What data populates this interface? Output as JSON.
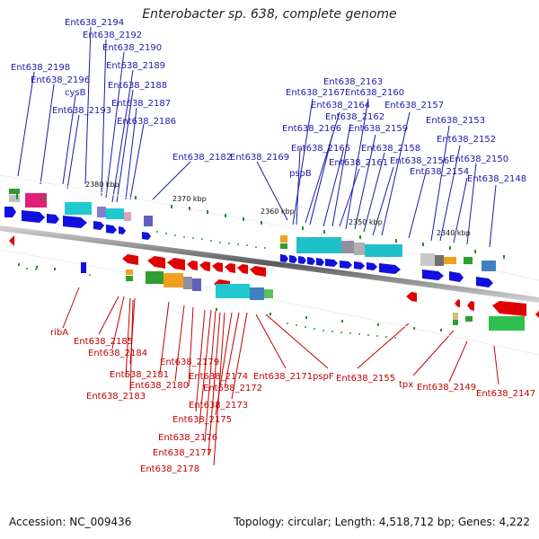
{
  "title": "Enterobacter sp. 638, complete genome",
  "footer": {
    "accession": "Accession: NC_009436",
    "summary": "Topology: circular; Length: 4,518,712 bp; Genes: 4,222"
  },
  "ticks": [
    "2380 kbp",
    "2370 kbp",
    "2360 kbp",
    "2350 kbp",
    "2340 kbp"
  ],
  "forward_labels": [
    "Ent638_2194",
    "Ent638_2192",
    "Ent638_2190",
    "Ent638_2198",
    "Ent638_2189",
    "Ent638_2196",
    "Ent638_2188",
    "cysB",
    "Ent638_2187",
    "Ent638_2193",
    "Ent638_2186",
    "Ent638_2182",
    "Ent638_2169",
    "Ent638_2163",
    "Ent638_2167",
    "Ent638_2160",
    "Ent638_2164",
    "Ent638_2157",
    "Ent638_2162",
    "Ent638_2153",
    "Ent638_2166",
    "Ent638_2159",
    "Ent638_2152",
    "Ent638_2165",
    "Ent638_2158",
    "pspB",
    "Ent638_2161",
    "Ent638_2156",
    "Ent638_2150",
    "Ent638_2154",
    "Ent638_2148"
  ],
  "reverse_labels": [
    "ribA",
    "Ent638_2185",
    "Ent638_2184",
    "Ent638_2181",
    "Ent638_2183",
    "Ent638_2179",
    "Ent638_2180",
    "Ent638_2174",
    "Ent638_2172",
    "Ent638_2173",
    "Ent638_2175",
    "Ent638_2176",
    "Ent638_2177",
    "Ent638_2178",
    "Ent638_2171",
    "pspF",
    "Ent638_2155",
    "tpx",
    "Ent638_2149",
    "Ent638_2147"
  ],
  "colors": {
    "forward_cds": "#1010e0",
    "reverse_cds": "#e00000",
    "backbone": "#7a7a7a",
    "gc_skew": "#2e9e2e",
    "tick_mark": "#2e8b2e",
    "top_label": "#1a1aa8",
    "bottom_label": "#c40000"
  }
}
